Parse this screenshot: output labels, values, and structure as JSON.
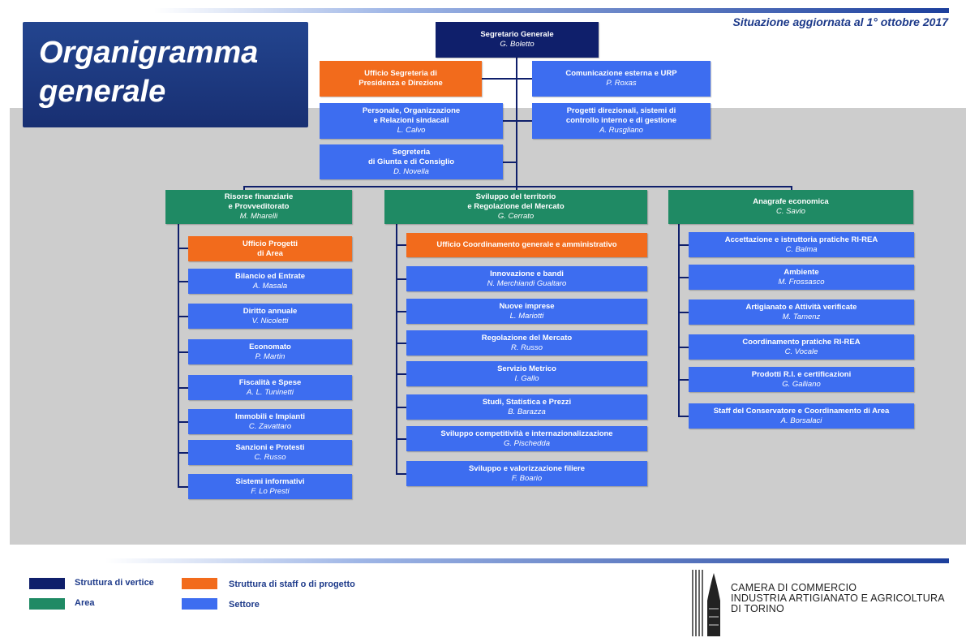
{
  "title": {
    "line1": "Organigramma",
    "line2": "generale"
  },
  "situazione": "Situazione aggiornata al 1° ottobre 2017",
  "top": {
    "label": "Segretario Generale",
    "name": "G. Boletto"
  },
  "staff": {
    "presidenza": {
      "label": "Ufficio Segreteria di Presidenza e Direzione"
    },
    "comunicazione": {
      "label": "Comunicazione esterna e URP",
      "name": "P. Roxas"
    },
    "personale": {
      "label1": "Personale, Organizzazione",
      "label2": "e Relazioni sindacali",
      "name": "L. Calvo"
    },
    "progetti": {
      "label1": "Progetti direzionali, sistemi di",
      "label2": "controllo interno e di gestione",
      "name": "A. Rusgliano"
    },
    "giunta": {
      "label1": "Segreteria",
      "label2": "di Giunta e di Consiglio",
      "name": "D. Novella"
    }
  },
  "areas": [
    {
      "label1": "Risorse finanziarie",
      "label2": "e Provveditorato",
      "name": "M. Mharelli",
      "staff": {
        "label1": "Ufficio Progetti",
        "label2": "di Area"
      },
      "settori": [
        {
          "label": "Bilancio ed Entrate",
          "name": "A. Masala"
        },
        {
          "label": "Diritto annuale",
          "name": "V. Nicoletti"
        },
        {
          "label": "Economato",
          "name": "P. Martin"
        },
        {
          "label": "Fiscalità e Spese",
          "name": "A. L. Tuninetti"
        },
        {
          "label": "Immobili e Impianti",
          "name": "C. Zavattaro"
        },
        {
          "label": "Sanzioni e Protesti",
          "name": "C. Russo"
        },
        {
          "label": "Sistemi informativi",
          "name": "F. Lo Presti"
        }
      ]
    },
    {
      "label1": "Sviluppo del territorio",
      "label2": "e Regolazione del Mercato",
      "name": "G. Cerrato",
      "staff": {
        "label": "Ufficio Coordinamento generale e amministrativo"
      },
      "settori": [
        {
          "label": "Innovazione e bandi",
          "name": "N. Merchiandi Gualtaro"
        },
        {
          "label": "Nuove imprese",
          "name": "L. Mariotti"
        },
        {
          "label": "Regolazione del Mercato",
          "name": "R. Russo"
        },
        {
          "label": "Servizio Metrico",
          "name": "I. Gallo"
        },
        {
          "label": "Studi, Statistica e Prezzi",
          "name": "B. Barazza"
        },
        {
          "label": "Sviluppo competitività e internazionalizzazione",
          "name": "G. Pischedda"
        },
        {
          "label": "Sviluppo e valorizzazione filiere",
          "name": "F. Boario"
        }
      ]
    },
    {
      "label": "Anagrafe economica",
      "name": "C. Savio",
      "settori": [
        {
          "label": "Accettazione e istruttoria pratiche RI-REA",
          "name": "C. Balma"
        },
        {
          "label": "Ambiente",
          "name": "M. Frossasco"
        },
        {
          "label": "Artigianato e Attività verificate",
          "name": "M. Tamenz"
        },
        {
          "label": "Coordinamento pratiche RI-REA",
          "name": "C. Vocale"
        },
        {
          "label": "Prodotti R.I. e certificazioni",
          "name": "G. Galliano"
        },
        {
          "label": "Staff del Conservatore e Coordinamento di Area",
          "name": "A. Borsalaci"
        }
      ]
    }
  ],
  "legend": {
    "vertice": "Struttura di vertice",
    "area": "Area",
    "staff": "Struttura di staff o di progetto",
    "settore": "Settore",
    "colors": {
      "vertice": "#0f1f6b",
      "area": "#1f8a64",
      "staff": "#f26b1c",
      "settore": "#3d6df0"
    }
  },
  "logo": {
    "line1": "CAMERA DI COMMERCIO",
    "line2": "INDUSTRIA ARTIGIANATO E AGRICOLTURA",
    "line3": "DI TORINO"
  }
}
